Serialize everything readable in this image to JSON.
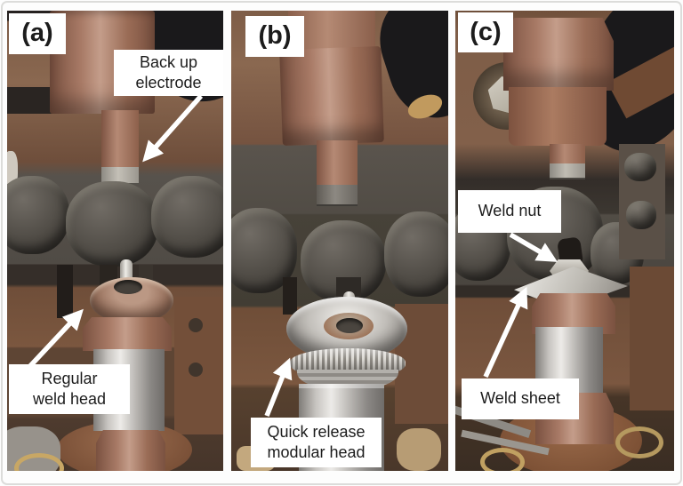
{
  "colors": {
    "labelBg": "#ffffff",
    "labelText": "#1c1c1c",
    "arrow": "#ffffff",
    "copper": "#a87a66",
    "silver": "#c9c6c1",
    "rust": "#6f4e39",
    "grime": "#55504a",
    "cableBlack": "#1a191b"
  },
  "panels": {
    "a": {
      "label": "(a)",
      "backup_electrode": {
        "line1": "Back up",
        "line2": "electrode"
      },
      "regular_weld_head": {
        "line1": "Regular",
        "line2": "weld head"
      }
    },
    "b": {
      "label": "(b)",
      "quick_release": {
        "line1": "Quick release",
        "line2": "modular head"
      }
    },
    "c": {
      "label": "(c)",
      "weld_nut": {
        "text": "Weld nut"
      },
      "weld_sheet": {
        "text": "Weld sheet"
      }
    }
  }
}
